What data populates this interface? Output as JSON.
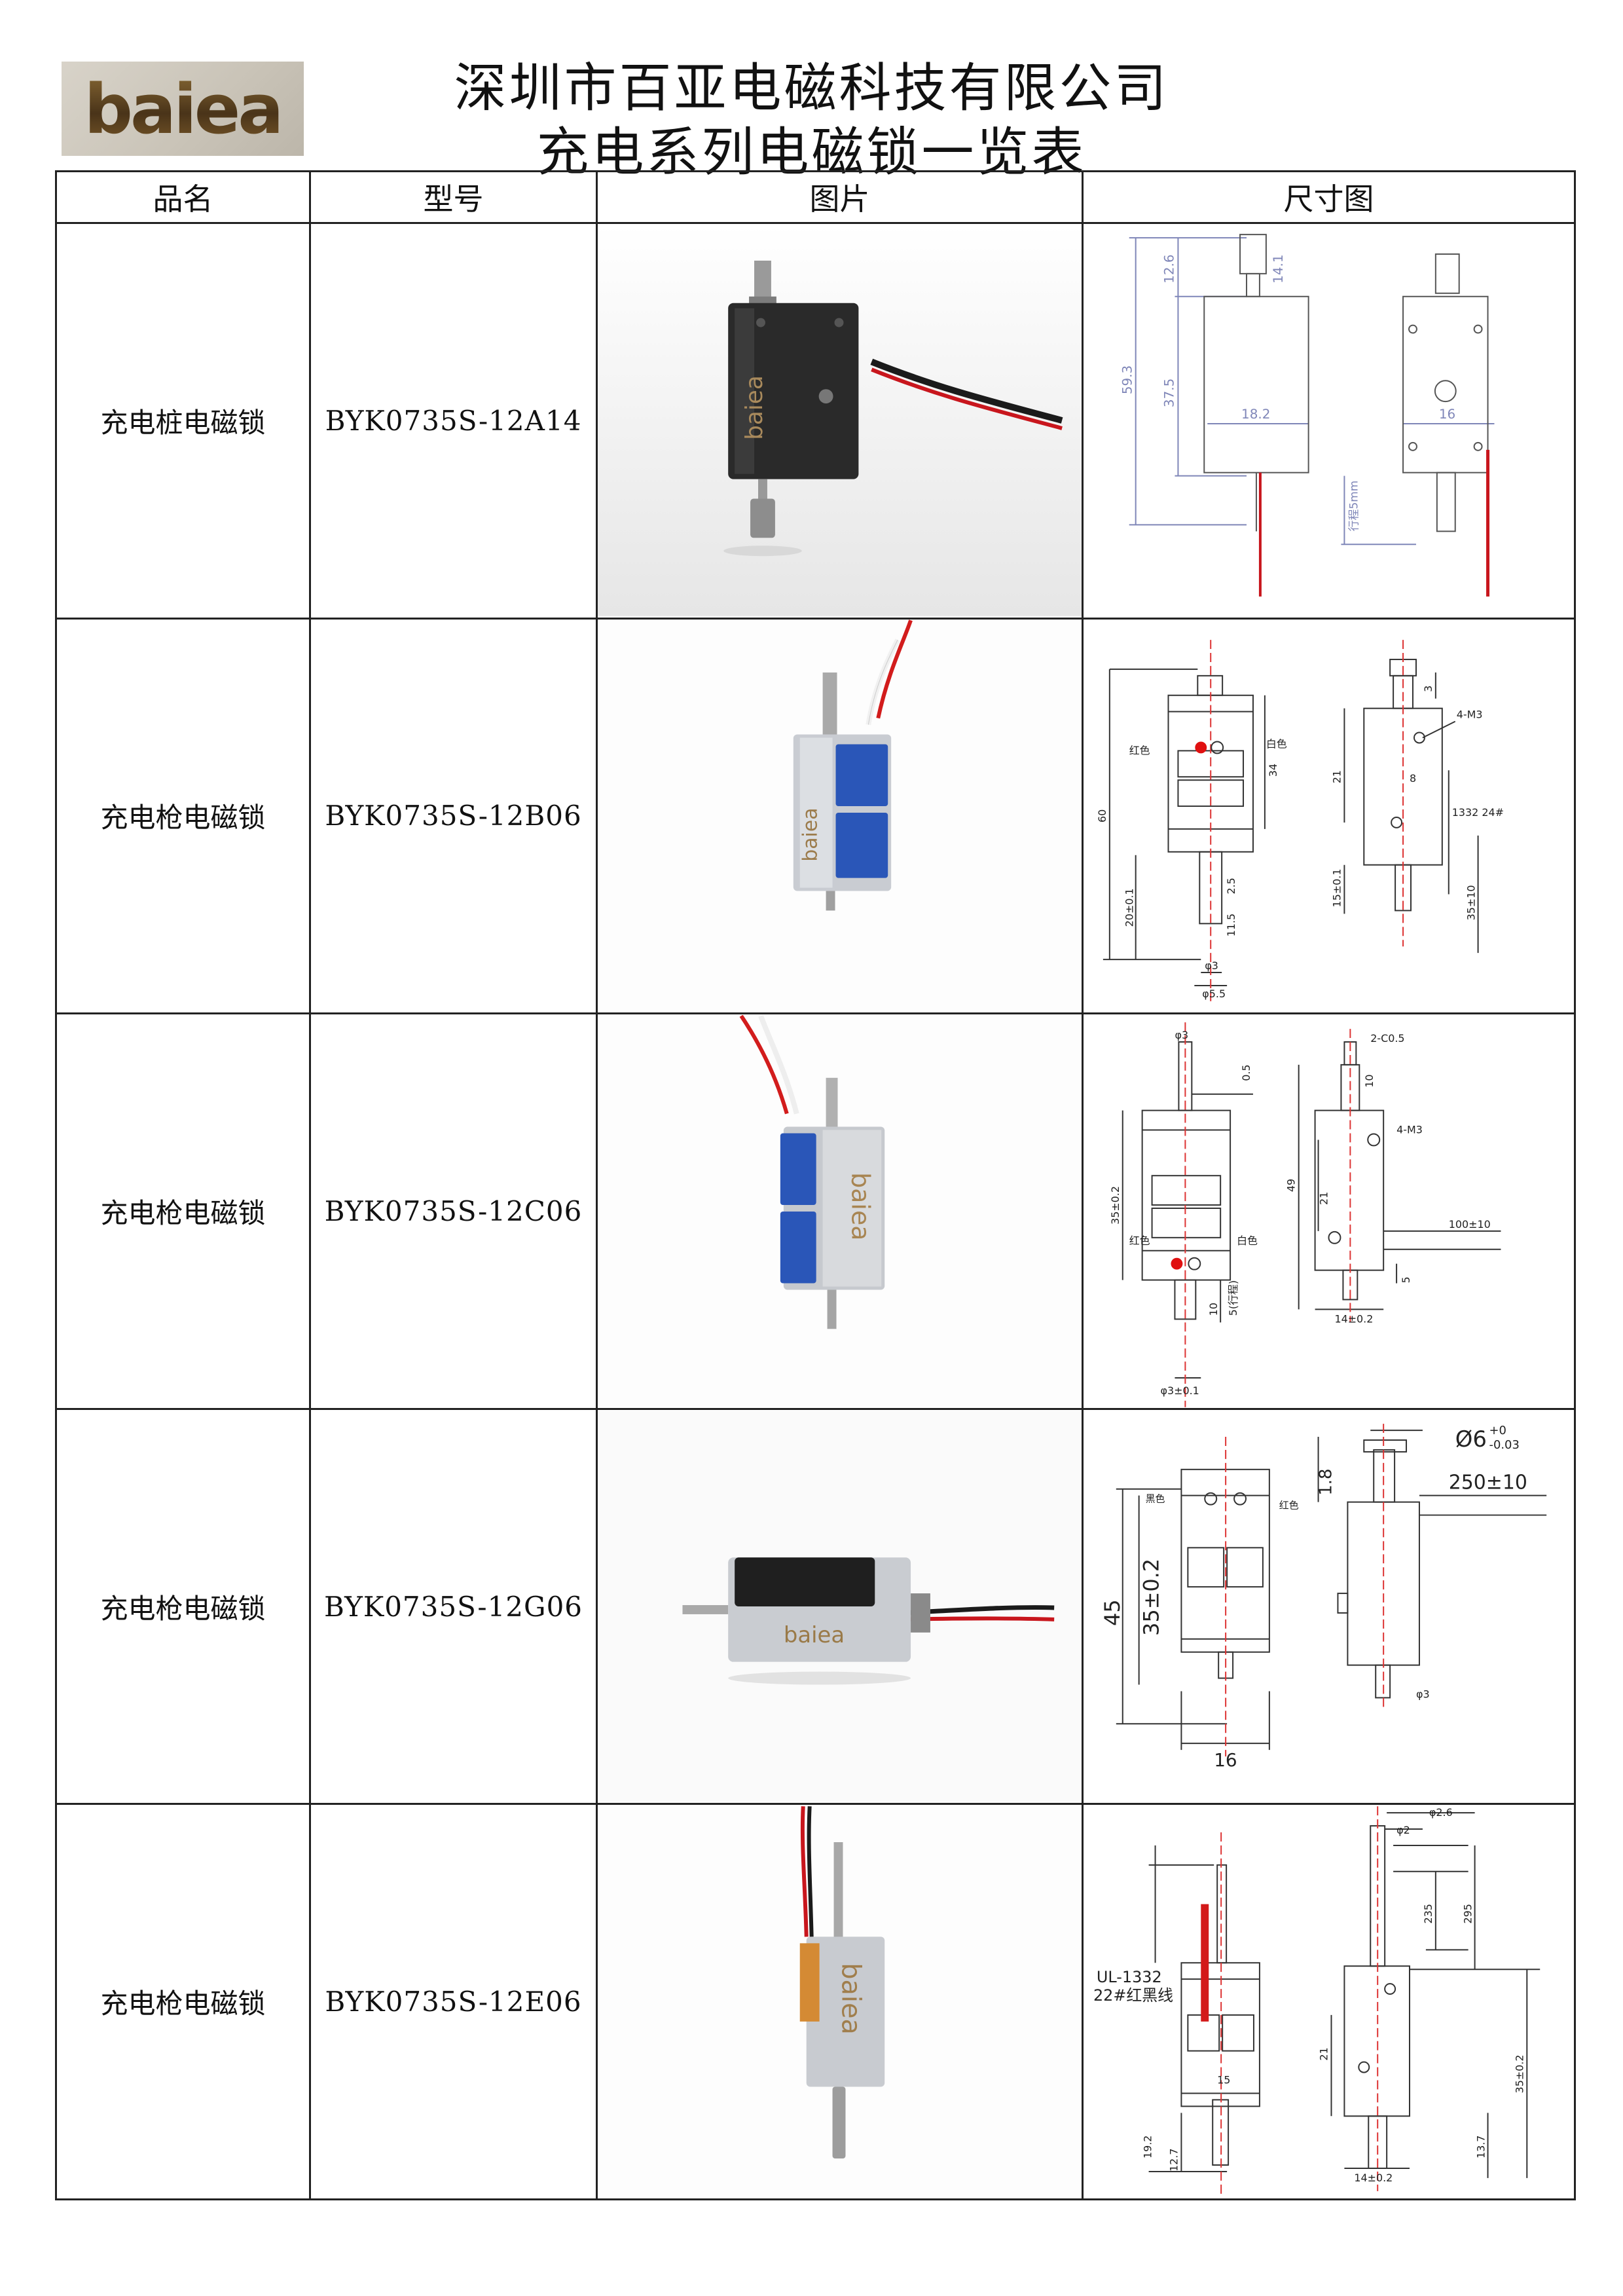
{
  "company": "深圳市百亚电磁科技有限公司",
  "subtitle": "充电系列电磁锁一览表",
  "logo_text": "baiea",
  "headers": [
    "品名",
    "型号",
    "图片",
    "尺寸图"
  ],
  "rows": [
    {
      "name": "充电桩电磁锁",
      "model": "BYK0735S-12A14",
      "dims": [
        "59.3",
        "12.6",
        "14.1",
        "37.5",
        "18.2",
        "16",
        "行程5mm"
      ]
    },
    {
      "name": "充电枪电磁锁",
      "model": "BYK0735S-12B06",
      "dims": [
        "60",
        "34",
        "红色",
        "白色",
        "20±0.1",
        "2.5",
        "11.5",
        "φ3",
        "φ5.5",
        "4-M3",
        "21",
        "8",
        "1332 24#",
        "15±0.1",
        "35±10",
        "3"
      ]
    },
    {
      "name": "充电枪电磁锁",
      "model": "BYK0735S-12C06",
      "dims": [
        "φ3",
        "0.5",
        "2-C0.5",
        "10",
        "4-M3",
        "35±0.2",
        "49",
        "21",
        "红色",
        "白色",
        "100±10",
        "5(行程)",
        "10",
        "5",
        "14±0.2",
        "φ3±0.1"
      ]
    },
    {
      "name": "充电枪电磁锁",
      "model": "BYK0735S-12G06",
      "dims": [
        "Ø6",
        "+0",
        "-0.03",
        "250±10",
        "45",
        "35±0.2",
        "1.8",
        "黑色",
        "红色",
        "φ3",
        "16"
      ]
    },
    {
      "name": "充电枪电磁锁",
      "model": "BYK0735S-12E06",
      "dims": [
        "φ2.6",
        "φ2",
        "UL-1332",
        "22#红黑线",
        "235",
        "295",
        "21",
        "35±0.2",
        "15",
        "13.7",
        "19.2",
        "12.7",
        "14±0.2"
      ]
    }
  ]
}
